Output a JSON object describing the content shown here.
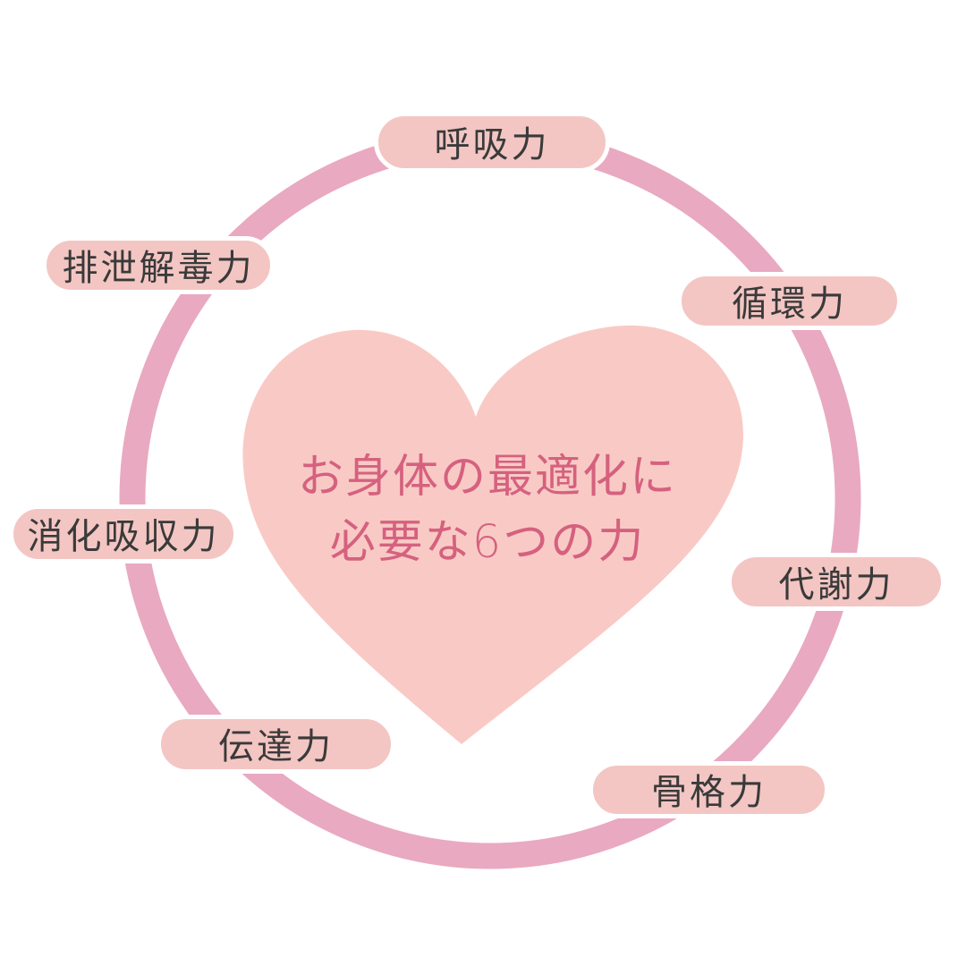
{
  "diagram": {
    "title_lines": {
      "line1": "お身体の最適化に",
      "line2": "必要な6つの力"
    },
    "labels": [
      {
        "id": "breathing",
        "text": "呼吸力"
      },
      {
        "id": "excretion-detox",
        "text": "排泄解毒力"
      },
      {
        "id": "circulation",
        "text": "循環力"
      },
      {
        "id": "digestion-absorption",
        "text": "消化吸収力"
      },
      {
        "id": "metabolism",
        "text": "代謝力"
      },
      {
        "id": "transmission",
        "text": "伝達力"
      },
      {
        "id": "skeletal",
        "text": "骨格力"
      }
    ],
    "colors": {
      "background": "#ffffff",
      "ring": "#e9a9c1",
      "heart": "#f9cac5",
      "pill_background": "#f3c6c3",
      "pill_border": "#ffffff",
      "pill_text": "#3a3a3a",
      "center_text": "#d5617f"
    }
  }
}
